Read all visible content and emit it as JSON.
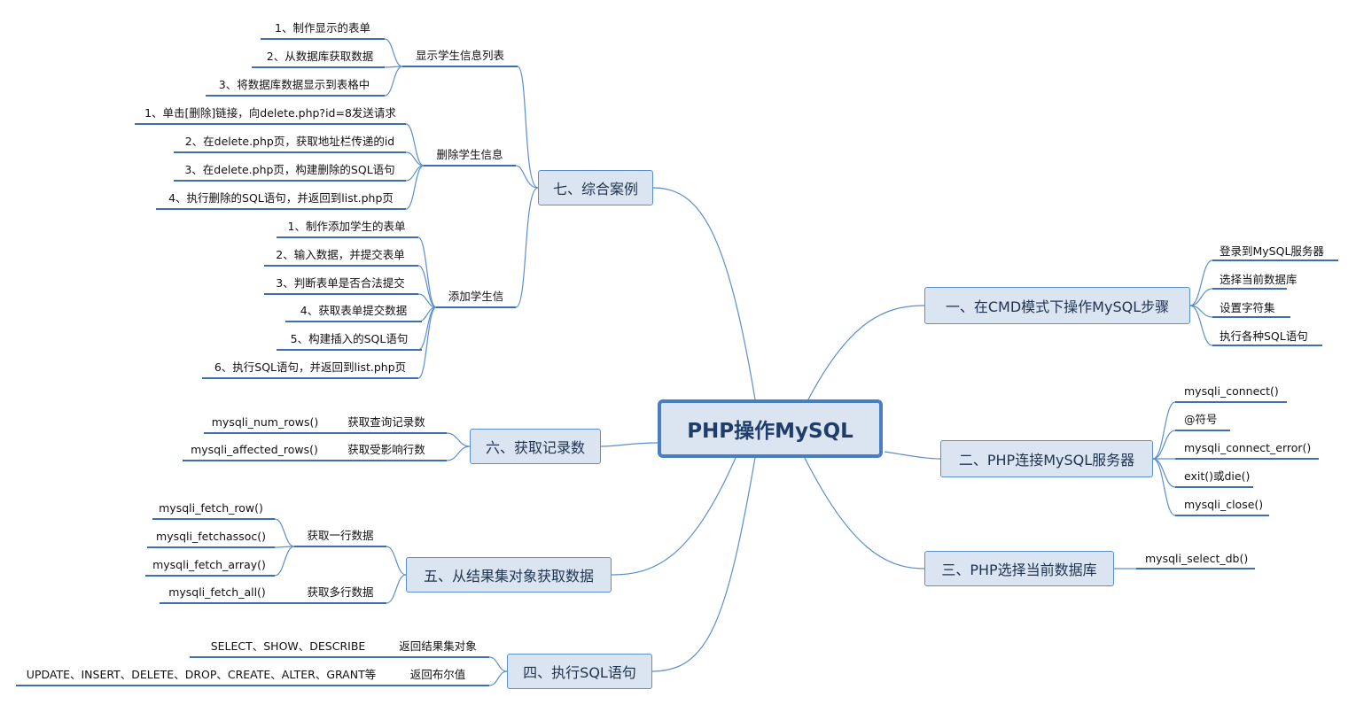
{
  "center": "PHP操作MySQL",
  "branches": {
    "b1": {
      "label": "一、在CMD模式下操作MySQL步骤",
      "items": [
        "登录到MySQL服务器",
        "选择当前数据库",
        "设置字符集",
        "执行各种SQL语句"
      ]
    },
    "b2": {
      "label": "二、PHP连接MySQL服务器",
      "items": [
        "mysqli_connect()",
        "@符号",
        "mysqli_connect_error()",
        "exit()或die()",
        "mysqli_close()"
      ]
    },
    "b3": {
      "label": "三、PHP选择当前数据库",
      "items": [
        "mysqli_select_db()"
      ]
    },
    "b4": {
      "label": "四、执行SQL语句",
      "subs": [
        {
          "label": "返回结果集对象",
          "items": [
            "SELECT、SHOW、DESCRIBE"
          ]
        },
        {
          "label": "返回布尔值",
          "items": [
            "UPDATE、INSERT、DELETE、DROP、CREATE、ALTER、GRANT等"
          ]
        }
      ]
    },
    "b5": {
      "label": "五、从结果集对象获取数据",
      "subs": [
        {
          "label": "获取一行数据",
          "items": [
            "mysqli_fetch_row()",
            "mysqli_fetchassoc()",
            "mysqli_fetch_array()"
          ]
        },
        {
          "label": "获取多行数据",
          "items": [
            "mysqli_fetch_all()"
          ]
        }
      ]
    },
    "b6": {
      "label": "六、获取记录数",
      "subs": [
        {
          "label": "获取查询记录数",
          "items": [
            "mysqli_num_rows()"
          ]
        },
        {
          "label": "获取受影响行数",
          "items": [
            "mysqli_affected_rows()"
          ]
        }
      ]
    },
    "b7": {
      "label": "七、综合案例",
      "subs": [
        {
          "label": "显示学生信息列表",
          "items": [
            "1、制作显示的表单",
            "2、从数据库获取数据",
            "3、将数据库数据显示到表格中"
          ]
        },
        {
          "label": "删除学生信息",
          "items": [
            "1、单击[删除]链接，向delete.php?id=8发送请求",
            "2、在delete.php页，获取地址栏传递的id",
            "3、在delete.php页，构建删除的SQL语句",
            "4、执行删除的SQL语句，并返回到list.php页"
          ]
        },
        {
          "label": "添加学生信",
          "items": [
            "1、制作添加学生的表单",
            "2、输入数据，并提交表单",
            "3、判断表单是否合法提交",
            "4、获取表单提交数据",
            "5、构建插入的SQL语句",
            "6、执行SQL语句，并返回到list.php页"
          ]
        }
      ]
    }
  }
}
